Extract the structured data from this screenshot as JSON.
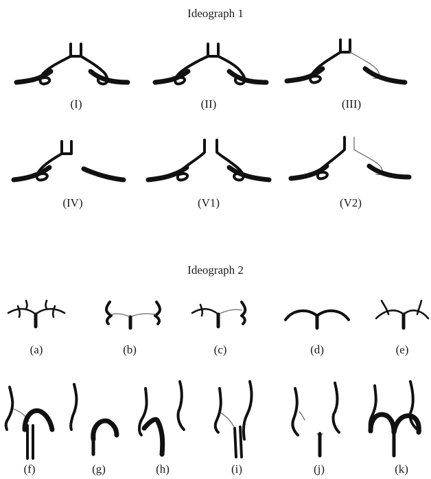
{
  "ideograph1": {
    "title": "Ideograph 1",
    "labels": [
      "(I)",
      "(II)",
      "(III)",
      "(IV)",
      "(V1)",
      "(V2)"
    ]
  },
  "ideograph2": {
    "title": "Ideograph 2",
    "row1_labels": [
      "(a)",
      "(b)",
      "(c)",
      "(d)",
      "(e)"
    ],
    "row2_labels": [
      "(f)",
      "(g)",
      "(h)",
      "(i)",
      "(j)",
      "(k)"
    ]
  }
}
